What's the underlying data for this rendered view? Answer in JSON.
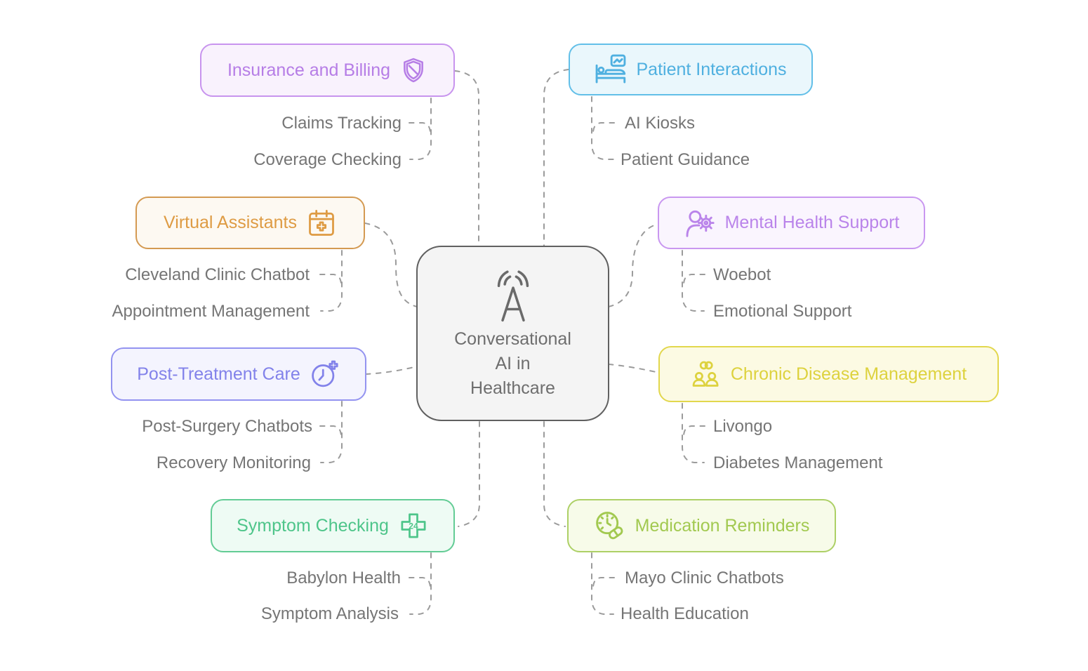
{
  "center_node": {
    "lines": [
      "Conversational",
      "AI in",
      "Healthcare"
    ],
    "icon": "ai-signal-icon",
    "colors": {
      "bg": "#f4f4f4",
      "border": "#606060",
      "text": "#6e6e6e"
    }
  },
  "connector_color": "#9b9b9b",
  "child_text_color": "#757575",
  "branches": [
    {
      "label": "Insurance and Billing",
      "icon": "shield-slash-icon",
      "colors": {
        "bg": "#f9f2fd",
        "border": "#c894ee",
        "text": "#b67de6"
      },
      "children": [
        "Claims Tracking",
        "Coverage Checking"
      ]
    },
    {
      "label": "Patient Interactions",
      "icon": "patient-bed-icon",
      "colors": {
        "bg": "#eaf7fc",
        "border": "#62bfe8",
        "text": "#4fb0e0"
      },
      "children": [
        "AI Kiosks",
        "Patient Guidance"
      ]
    },
    {
      "label": "Virtual Assistants",
      "icon": "calendar-plus-icon",
      "colors": {
        "bg": "#fdf9f2",
        "border": "#d49a52",
        "text": "#de9b43"
      },
      "children": [
        "Cleveland Clinic Chatbot",
        "Appointment Management"
      ]
    },
    {
      "label": "Mental Health Support",
      "icon": "mind-gear-icon",
      "colors": {
        "bg": "#faf5fe",
        "border": "#c997f0",
        "text": "#ba84ea"
      },
      "children": [
        "Woebot",
        "Emotional Support"
      ]
    },
    {
      "label": "Post-Treatment Care",
      "icon": "clock-plus-icon",
      "colors": {
        "bg": "#f4f4fe",
        "border": "#9393f0",
        "text": "#8282ea"
      },
      "children": [
        "Post-Surgery Chatbots",
        "Recovery Monitoring"
      ]
    },
    {
      "label": "Chronic Disease Management",
      "icon": "people-link-icon",
      "colors": {
        "bg": "#fcfae3",
        "border": "#e2d74d",
        "text": "#ddd23e"
      },
      "children": [
        "Livongo",
        "Diabetes Management"
      ]
    },
    {
      "label": "Symptom Checking",
      "icon": "cross-24-icon",
      "icon_text": "24",
      "colors": {
        "bg": "#eefbf4",
        "border": "#63cc95",
        "text": "#4ec58a"
      },
      "children": [
        "Babylon Health",
        "Symptom Analysis"
      ]
    },
    {
      "label": "Medication Reminders",
      "icon": "clock-pill-icon",
      "colors": {
        "bg": "#f7fbe9",
        "border": "#add066",
        "text": "#a2c950"
      },
      "children": [
        "Mayo Clinic Chatbots",
        "Health Education"
      ]
    }
  ]
}
